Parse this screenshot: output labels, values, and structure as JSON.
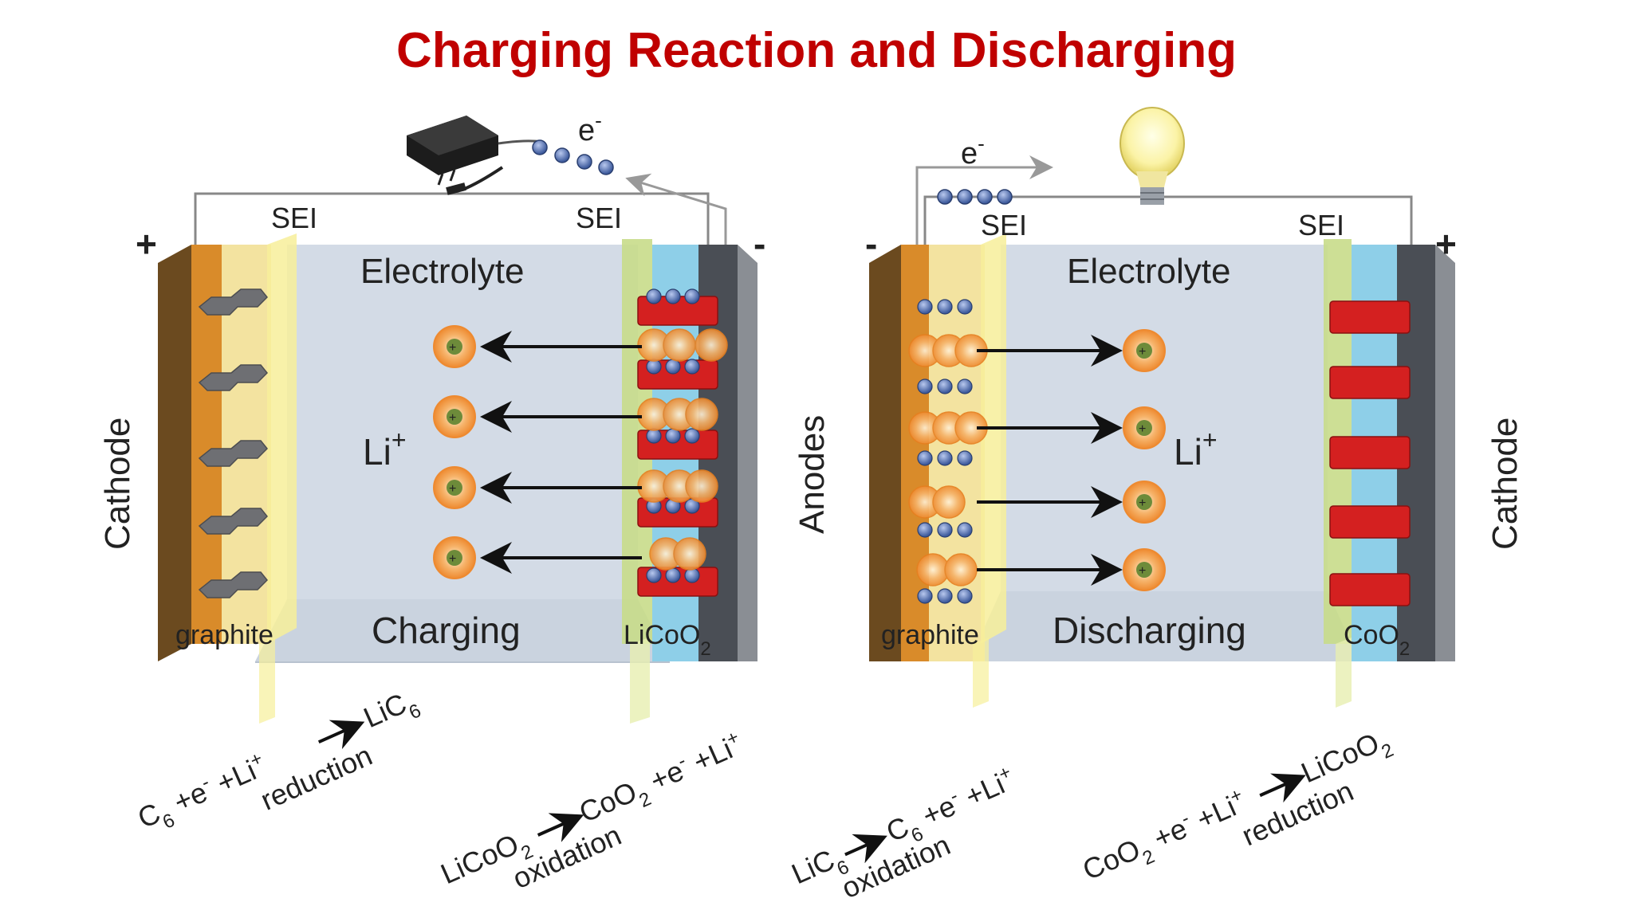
{
  "title": "Charging Reaction and Discharging",
  "electron_label": "e",
  "electron_sup": "-",
  "ion_label": "Li",
  "ion_sup": "+",
  "left_cell": {
    "plus": "+",
    "minus": "-",
    "side_label": "Cathode",
    "sei_left": "SEI",
    "sei_right": "SEI",
    "electrolyte": "Electrolyte",
    "mode": "Charging",
    "left_material": "graphite",
    "right_material": "LiCoO",
    "right_material_sub": "2",
    "reduction_word": "reduction",
    "oxidation_word": "oxidation"
  },
  "right_cell": {
    "plus": "+",
    "minus": "-",
    "left_side_label": "Anodes",
    "right_side_label": "Cathode",
    "sei_left": "SEI",
    "sei_right": "SEI",
    "electrolyte": "Electrolyte",
    "mode": "Discharging",
    "left_material": "graphite",
    "right_material": "CoO",
    "right_material_sub": "2",
    "oxidation_word": "oxidation",
    "reduction_word": "reduction"
  },
  "colors": {
    "title": "#c00000",
    "electrolyte": "#d5dde8",
    "electrode_orange": "#d98b2a",
    "electrode_yellow": "#f3e3a0",
    "cobalt_red": "#d42020",
    "ion_orange": "#f4a25a",
    "sei_green": "#c9df8a",
    "collector_gray": "#4a4e55"
  }
}
